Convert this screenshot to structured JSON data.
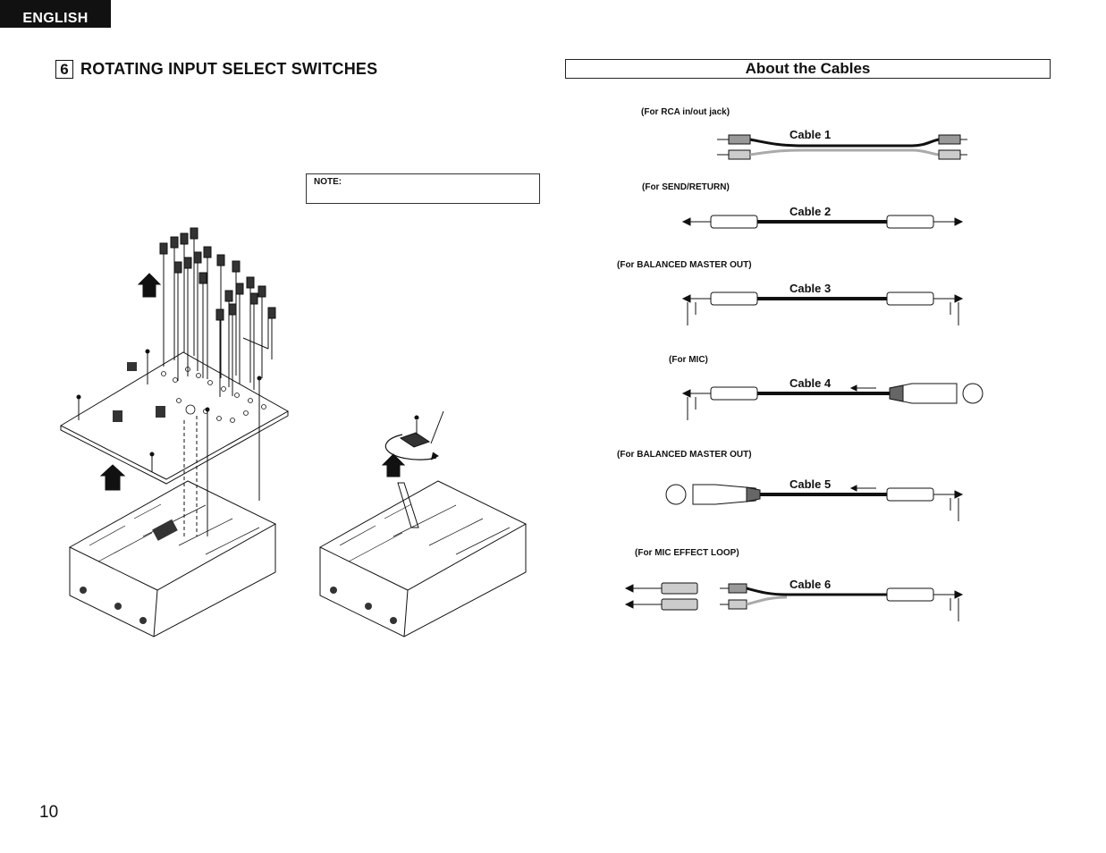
{
  "header": {
    "language_tab": "ENGLISH"
  },
  "section": {
    "number": "6",
    "title": "ROTATING INPUT SELECT SWITCHES"
  },
  "note": {
    "label": "NOTE:"
  },
  "cables_section": {
    "title": "About the Cables"
  },
  "cables": [
    {
      "caption": "(For RCA in/out jack)",
      "label": "Cable 1"
    },
    {
      "caption": "(For SEND/RETURN)",
      "label": "Cable 2"
    },
    {
      "caption": "(For BALANCED MASTER OUT)",
      "label": "Cable 3"
    },
    {
      "caption": "(For MIC)",
      "label": "Cable 4"
    },
    {
      "caption": "(For BALANCED MASTER OUT)",
      "label": "Cable 5"
    },
    {
      "caption": "(For MIC EFFECT LOOP)",
      "label": "Cable 6"
    }
  ],
  "footer": {
    "page_number": "10"
  }
}
